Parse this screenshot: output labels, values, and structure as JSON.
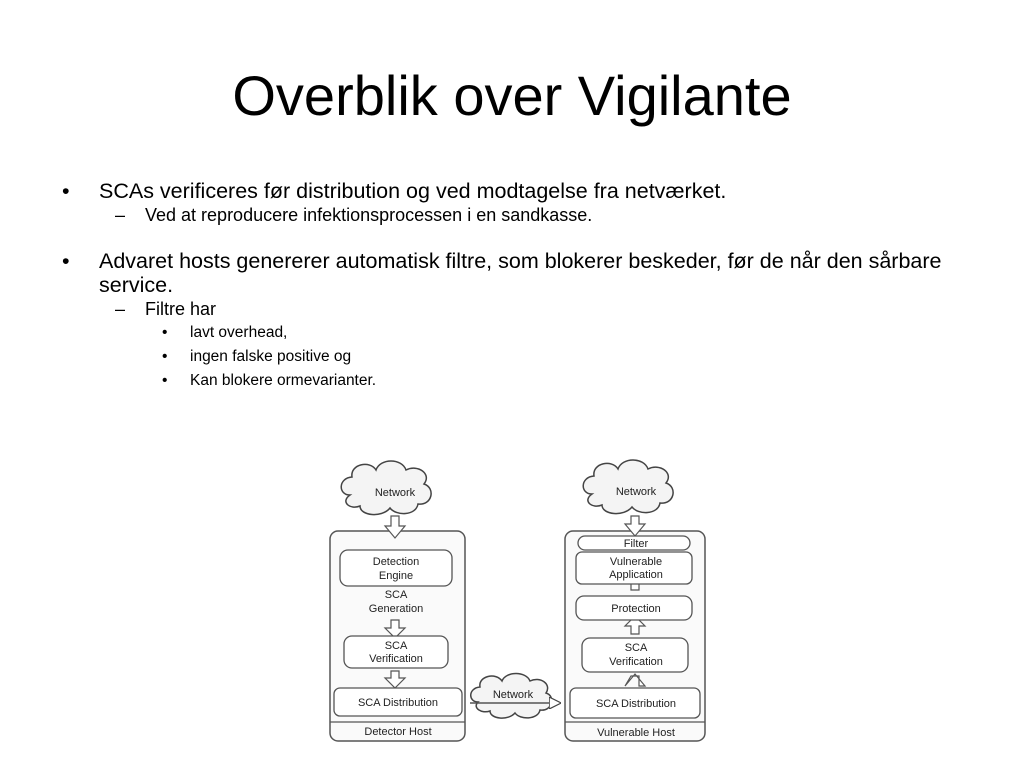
{
  "slide": {
    "title": "Overblik over Vigilante"
  },
  "bullets": {
    "b1": {
      "marker": "•",
      "text": "SCAs verificeres før distribution og ved modtagelse fra netværket.",
      "sub1": {
        "marker": "–",
        "text": "Ved at reproducere infektionsprocessen i en sandkasse."
      }
    },
    "b2": {
      "marker": "•",
      "text": "Advaret hosts genererer automatisk filtre, som blokerer beskeder, før de når den sårbare service.",
      "sub1": {
        "marker": "–",
        "text": "Filtre har",
        "items": [
          {
            "marker": "•",
            "text": "lavt overhead,"
          },
          {
            "marker": "•",
            "text": "ingen falske positive og"
          },
          {
            "marker": "•",
            "text": "Kan blokere ormevarianter."
          }
        ]
      }
    }
  },
  "diagram": {
    "left_cloud": "Network",
    "right_cloud": "Network",
    "middle_cloud": "Network",
    "detector": {
      "detection_engine_1": "Detection",
      "detection_engine_2": "Engine",
      "sca_generation_1": "SCA",
      "sca_generation_2": "Generation",
      "sca_verification_1": "SCA",
      "sca_verification_2": "Verification",
      "sca_distribution": "SCA Distribution",
      "host_label": "Detector Host"
    },
    "vulnerable": {
      "filter": "Filter",
      "vulnerable_app_1": "Vulnerable",
      "vulnerable_app_2": "Application",
      "protection": "Protection",
      "sca_verification_1": "SCA",
      "sca_verification_2": "Verification",
      "sca_distribution": "SCA Distribution",
      "host_label": "Vulnerable Host"
    }
  }
}
